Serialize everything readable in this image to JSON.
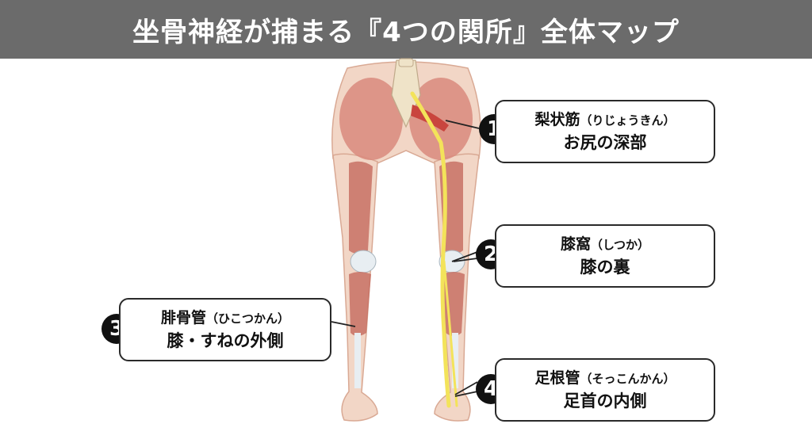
{
  "title": "坐骨神経が捕まる『4つの関所』全体マップ",
  "colors": {
    "title_bg": "#6b6b6b",
    "skin": "#f2d6c6",
    "muscle": "#d98a7c",
    "muscle_dark": "#c46a5e",
    "nerve": "#f3e35a",
    "piriformis": "#c9453e"
  },
  "callouts": [
    {
      "number": "1",
      "name": "梨状筋",
      "reading": "（りじょうきん）",
      "location": "お尻の深部"
    },
    {
      "number": "2",
      "name": "膝窩",
      "reading": "（しつか）",
      "location": "膝の裏"
    },
    {
      "number": "3",
      "name": "腓骨管",
      "reading": "（ひこつかん）",
      "location": "膝・すねの外側"
    },
    {
      "number": "4",
      "name": "足根管",
      "reading": "（そっこんかん）",
      "location": "足首の内側"
    }
  ]
}
